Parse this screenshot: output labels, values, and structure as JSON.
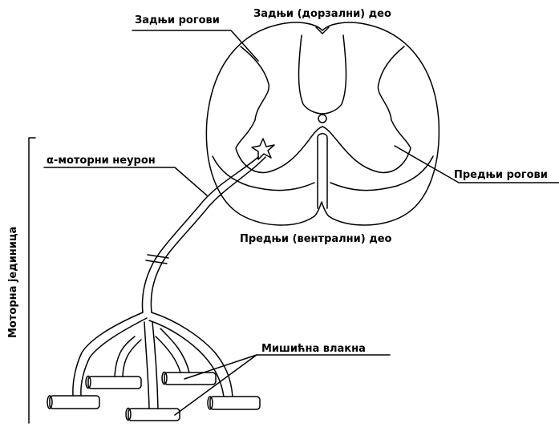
{
  "labels": {
    "dorsal_horn": "Задњи рогови",
    "dorsal_side": "Задњи (дорзални) део",
    "motor_neuron": "α-моторни неурон",
    "ventral_horn": "Предњи рогови",
    "ventral_side": "Предњи (вентрални) део",
    "muscle_fibers": "Мишићна влакна",
    "motor_unit": "Моторна јединица"
  },
  "colors": {
    "ink": "#000000",
    "background": "#ffffff"
  }
}
